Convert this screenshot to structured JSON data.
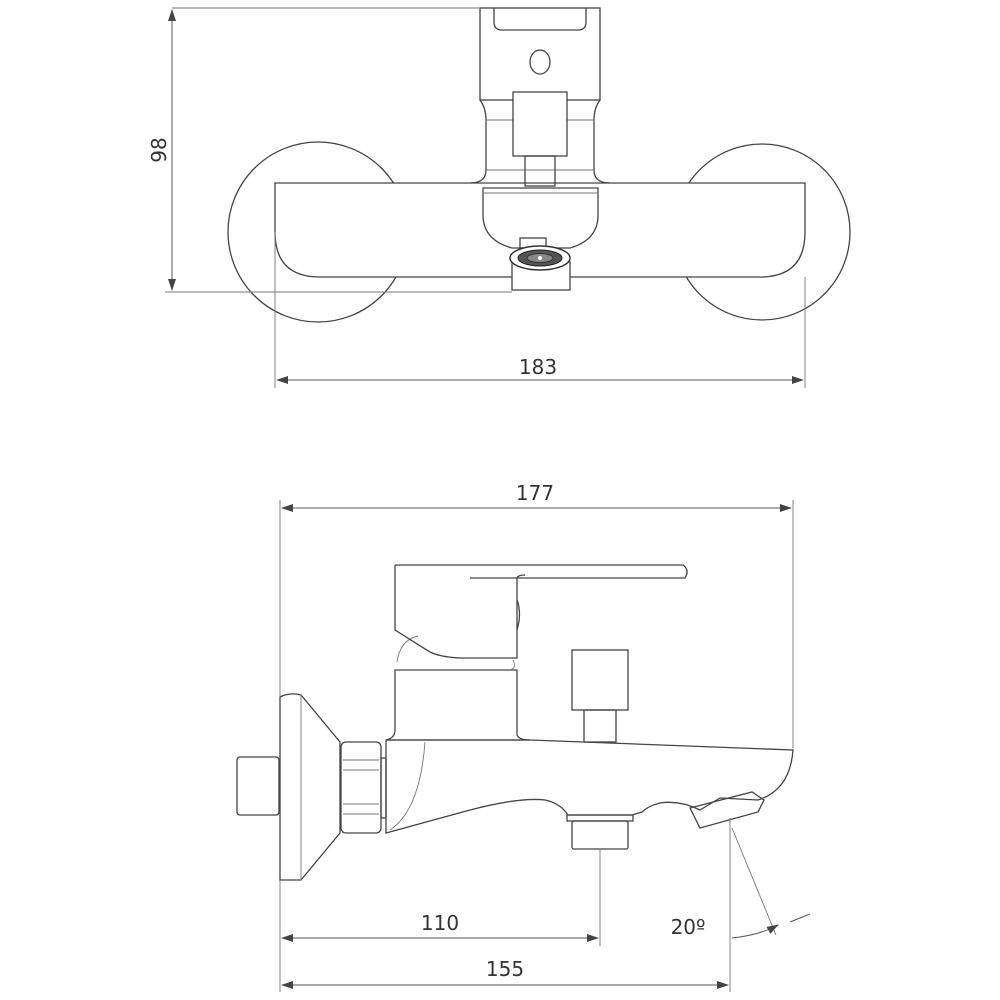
{
  "top_view": {
    "height_label": "98",
    "width_label": "183"
  },
  "side_view": {
    "overall_length_label": "177",
    "outlet_distance_label": "110",
    "spout_distance_label": "155",
    "spout_angle_label": "20º"
  }
}
